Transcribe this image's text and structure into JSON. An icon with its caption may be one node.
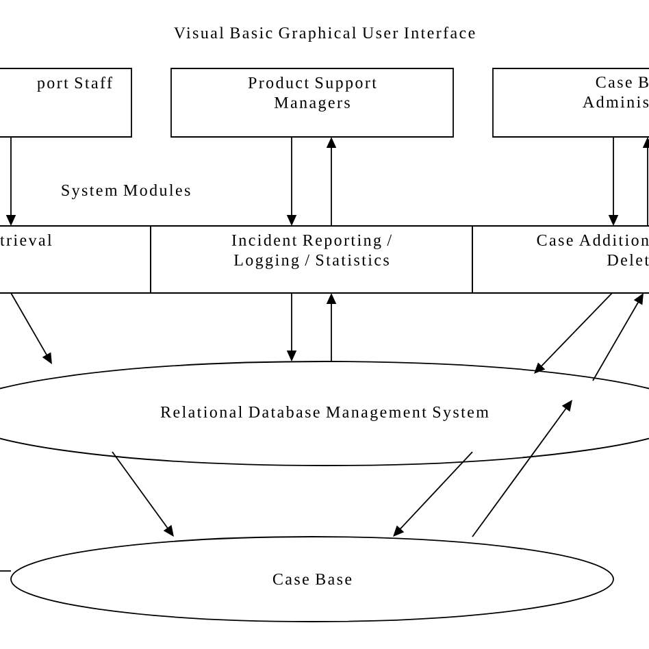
{
  "diagram": {
    "title": "Visual Basic Graphical User Interface",
    "nodes": [
      {
        "text": [
          "port Staff"
        ]
      },
      {
        "text": [
          "Product Support Managers"
        ]
      },
      {
        "text": [
          "Case B Adminis"
        ]
      },
      {
        "text": [
          "trieval"
        ]
      },
      {
        "text": [
          "Incident Reporting / Logging / Statistics"
        ]
      },
      {
        "text": [
          "Case Addition Delet"
        ]
      },
      {
        "text": [
          "Relational Database Management System"
        ]
      },
      {
        "text": [
          "Case Base"
        ]
      }
    ],
    "edges": [
      {
        "from": 0,
        "to": 3,
        "arrow": "to"
      },
      {
        "from": 1,
        "to": 4,
        "arrow": "to"
      },
      {
        "from": 4,
        "to": 1,
        "arrow": "to"
      },
      {
        "from": 2,
        "to": 5,
        "arrow": "to"
      },
      {
        "from": 5,
        "to": 2,
        "arrow": "to"
      },
      {
        "from": 3,
        "to": 6,
        "arrow": "to"
      },
      {
        "from": 5,
        "to": 6,
        "arrow": "to"
      },
      {
        "from": 6,
        "to": 5,
        "arrow": "to"
      },
      {
        "from": 4,
        "to": 6,
        "arrow": "to"
      },
      {
        "from": 6,
        "to": 4,
        "arrow": "to"
      },
      {
        "from": 6,
        "to": 7,
        "arrow": "to"
      },
      {
        "from": 6,
        "to": 7,
        "arrow": "to"
      },
      {
        "from": 7,
        "to": 6,
        "arrow": "to"
      },
      {
        "from": null,
        "to": 7,
        "arrow": "none"
      }
    ],
    "labels": [
      "System Modules"
    ]
  }
}
